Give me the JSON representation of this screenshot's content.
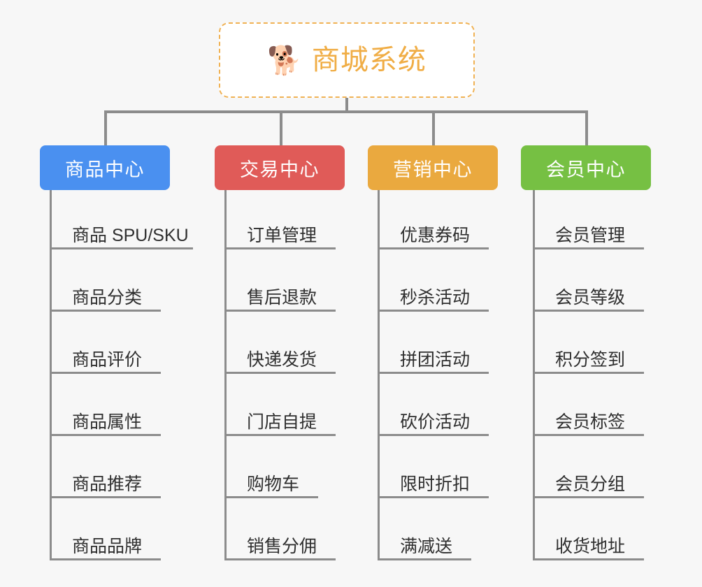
{
  "background_color": "#f7f7f7",
  "root": {
    "icon": "shiba-inu-dog-face-emoji",
    "emoji": "🐕",
    "title": "商城系统",
    "title_color": "#f0ad45",
    "border_color": "#f0b254",
    "border_style": "dashed"
  },
  "line_color": "#8c8c8c",
  "branches": [
    {
      "id": "product-center",
      "label": "商品中心",
      "color": "#4a90f0",
      "items": [
        "商品 SPU/SKU",
        "商品分类",
        "商品评价",
        "商品属性",
        "商品推荐",
        "商品品牌"
      ]
    },
    {
      "id": "trade-center",
      "label": "交易中心",
      "color": "#e05b58",
      "items": [
        "订单管理",
        "售后退款",
        "快递发货",
        "门店自提",
        "购物车",
        "销售分佣"
      ]
    },
    {
      "id": "marketing-center",
      "label": "营销中心",
      "color": "#eaa93f",
      "items": [
        "优惠券码",
        "秒杀活动",
        "拼团活动",
        "砍价活动",
        "限时折扣",
        "满减送"
      ]
    },
    {
      "id": "member-center",
      "label": "会员中心",
      "color": "#76c043",
      "items": [
        "会员管理",
        "会员等级",
        "积分签到",
        "会员标签",
        "会员分组",
        "收货地址"
      ]
    }
  ]
}
